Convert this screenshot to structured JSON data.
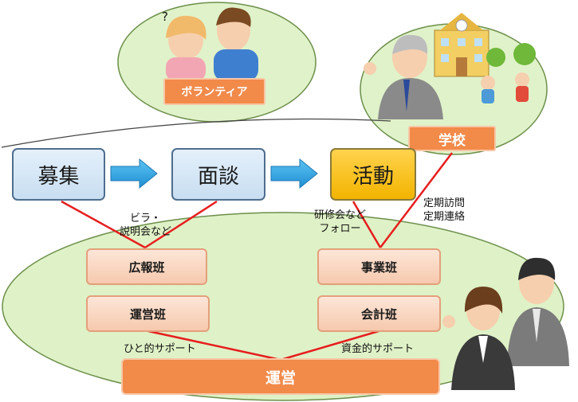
{
  "volunteer": {
    "label": "ボランティア",
    "question_mark": "?"
  },
  "school": {
    "label": "学校"
  },
  "steps": {
    "recruit": "募集",
    "interview": "面談",
    "activity": "活動"
  },
  "notes": {
    "recruit_note": "ビラ・\n説明会など",
    "activity_note": "研修会など\nフォロー",
    "school_note": "定期訪問\n定期連絡",
    "human_support": "ひと的サポート",
    "financial_support": "資金的サポート"
  },
  "teams": {
    "pr": "広報班",
    "operations": "運営班",
    "projects": "事業班",
    "accounting": "会計班"
  },
  "management": {
    "label": "運営"
  },
  "colors": {
    "ellipse_fill": "#dff1c6",
    "ellipse_border": "#6c8f4b",
    "connector": "#e61e1e",
    "arrow": "#2aa6e6",
    "tag_orange": "#f28a4a"
  }
}
